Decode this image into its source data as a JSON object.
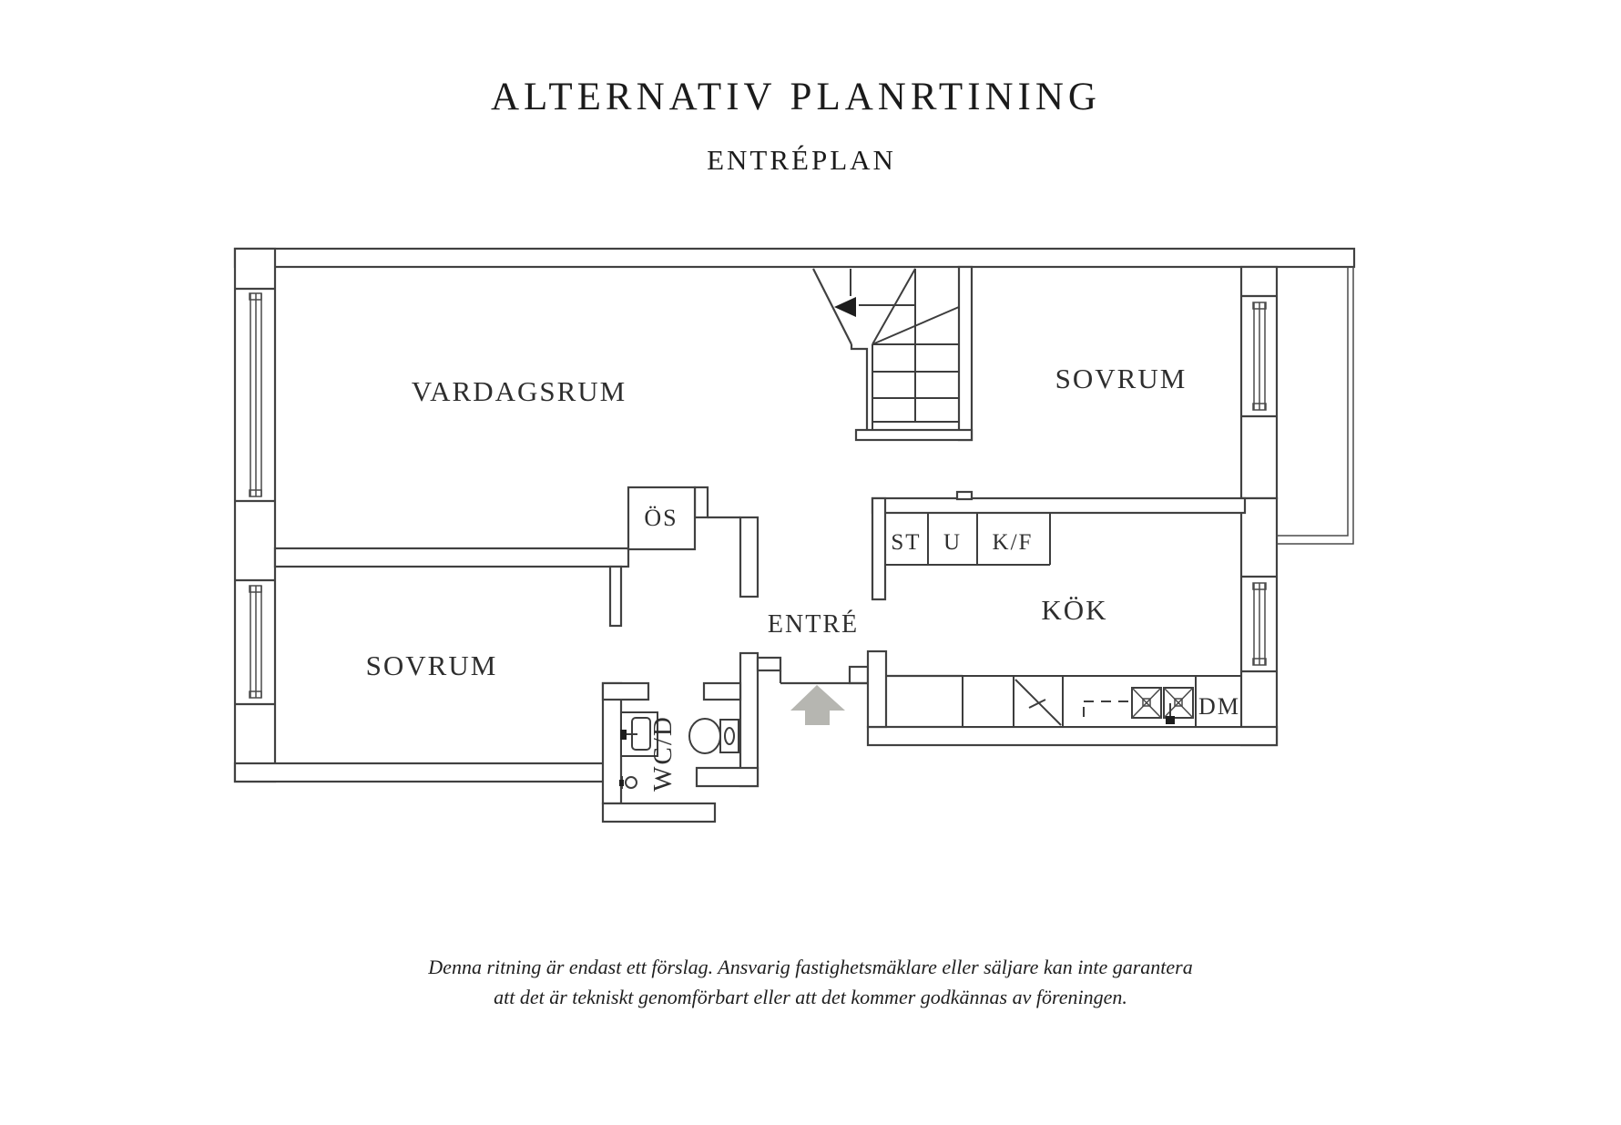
{
  "header": {
    "title": "ALTERNATIV PLANRTINING",
    "subtitle": "ENTRÉPLAN"
  },
  "floor_plan": {
    "rooms": [
      {
        "id": "vardagsrum",
        "label": "VARDAGSRUM"
      },
      {
        "id": "sovrum-upper",
        "label": "SOVRUM"
      },
      {
        "id": "sovrum-lower",
        "label": "SOVRUM"
      },
      {
        "id": "kok",
        "label": "KÖK"
      },
      {
        "id": "entre",
        "label": "ENTRÉ"
      },
      {
        "id": "wc-dusch",
        "label": "WC/D"
      }
    ],
    "features": [
      {
        "id": "oppen-spis",
        "label": "ÖS"
      },
      {
        "id": "stad",
        "label": "ST"
      },
      {
        "id": "urtag",
        "label": "U"
      },
      {
        "id": "kyl-frys",
        "label": "K/F"
      },
      {
        "id": "diskmaskin",
        "label": "DM"
      }
    ],
    "colors": {
      "wall_line": "#414141",
      "label_text": "#2e2e2e",
      "arrow_fill": "#b6b6b1",
      "stair_arrow": "#1d1d1d"
    }
  },
  "footer": {
    "disclaimer_line1": "Denna ritning är endast ett förslag. Ansvarig fastighetsmäklare eller säljare kan inte garantera",
    "disclaimer_line2": "att det är tekniskt genomförbart eller att det kommer godkännas av föreningen."
  }
}
